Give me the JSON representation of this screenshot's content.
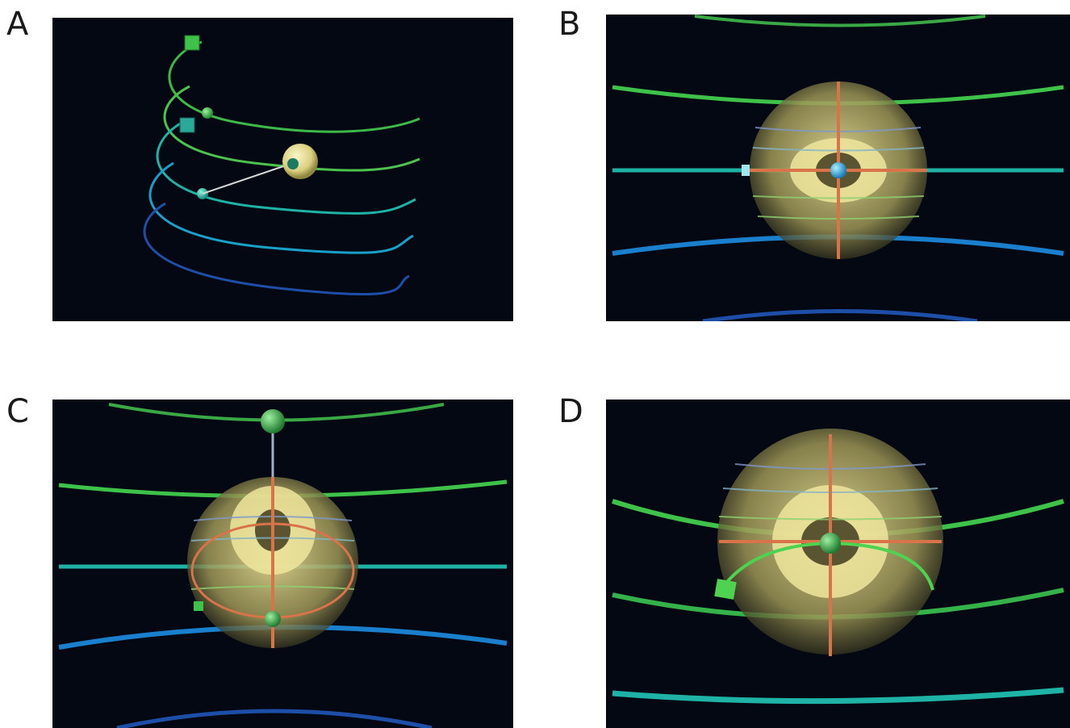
{
  "figure": {
    "panels": [
      {
        "label": "A",
        "view": "helical-path-overview"
      },
      {
        "label": "B",
        "view": "sphere-view-centered-on-cyan-track"
      },
      {
        "label": "C",
        "view": "sphere-view-with-vertical-probe"
      },
      {
        "label": "D",
        "view": "sphere-view-centered-on-green-track"
      }
    ],
    "colors": {
      "background": "#030812",
      "green_track": "#3fc24a",
      "cyan_track": "#1fb3a8",
      "blue_track": "#1a7fcc",
      "deep_blue_track": "#1e4fa8",
      "sphere": "#d8d28a",
      "crosshair": "#d8734a"
    }
  }
}
